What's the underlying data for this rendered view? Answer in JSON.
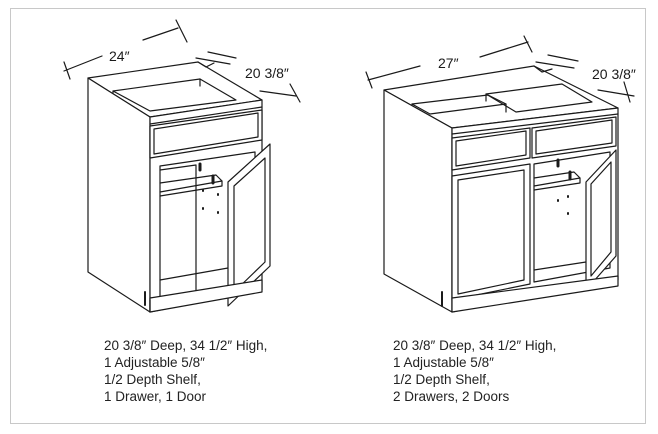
{
  "colors": {
    "line": "#1a1a1a",
    "fill": "#ffffff",
    "border": "#c8c8c8"
  },
  "cabinets": [
    {
      "width_label": "24″",
      "depth_label": "20 3/8″",
      "caption": [
        "20 3/8″ Deep, 34 1/2″ High,",
        "1 Adjustable 5/8″",
        "1/2 Depth Shelf,",
        "1 Drawer, 1 Door"
      ]
    },
    {
      "width_label": "27″",
      "depth_label": "20 3/8″",
      "caption": [
        "20 3/8″ Deep, 34 1/2″ High,",
        "1 Adjustable 5/8″",
        "1/2 Depth Shelf,",
        "2 Drawers, 2 Doors"
      ]
    }
  ]
}
